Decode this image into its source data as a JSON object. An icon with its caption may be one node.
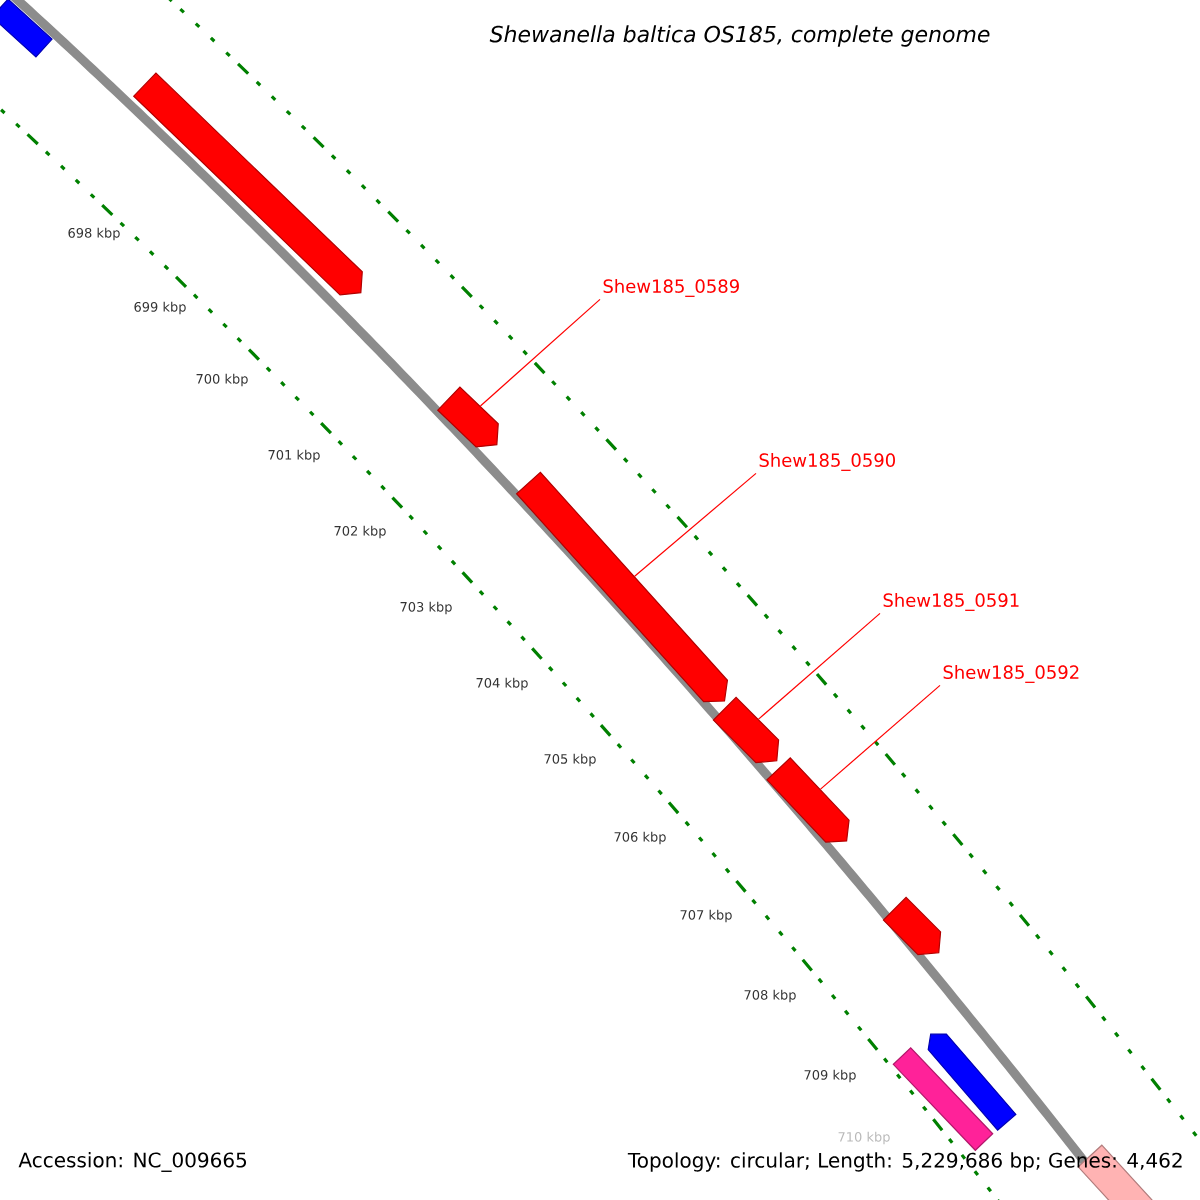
{
  "diagram": {
    "title": "Shewanella baltica OS185, complete genome",
    "nodes": [
      {
        "text": [
          "Shew185_0589"
        ]
      },
      {
        "text": [
          "Shew185_0590"
        ]
      },
      {
        "text": [
          "Shew185_0591"
        ]
      },
      {
        "text": [
          "Shew185_0592"
        ]
      },
      {
        "text": [],
        "shape": "arrow"
      },
      {
        "text": [],
        "shape": "arrow"
      },
      {
        "text": [],
        "shape": "arrow"
      },
      {
        "text": [],
        "shape": "arrow"
      },
      {
        "text": [],
        "shape": "bar"
      },
      {
        "text": [],
        "shape": "arrow"
      },
      {
        "text": [],
        "shape": "arrow"
      },
      {
        "text": [],
        "shape": "arrow"
      },
      {
        "text": [],
        "shape": "bar"
      },
      {
        "text": [],
        "shape": "bar"
      }
    ],
    "edges": [
      {
        "from": 0,
        "to": 4,
        "arrow": "none"
      },
      {
        "from": 1,
        "to": 5,
        "arrow": "none"
      },
      {
        "from": 2,
        "to": 6,
        "arrow": "none"
      },
      {
        "from": 3,
        "to": 7,
        "arrow": "none"
      }
    ],
    "labels": [
      "698 kbp",
      "699 kbp",
      "700 kbp",
      "701 kbp",
      "702 kbp",
      "703 kbp",
      "704 kbp",
      "705 kbp",
      "706 kbp",
      "707 kbp",
      "708 kbp",
      "709 kbp",
      "710 kbp",
      "Accession: NC_009665",
      "Topology: circular; Length: 5,229,686 bp; Genes: 4,462"
    ]
  }
}
